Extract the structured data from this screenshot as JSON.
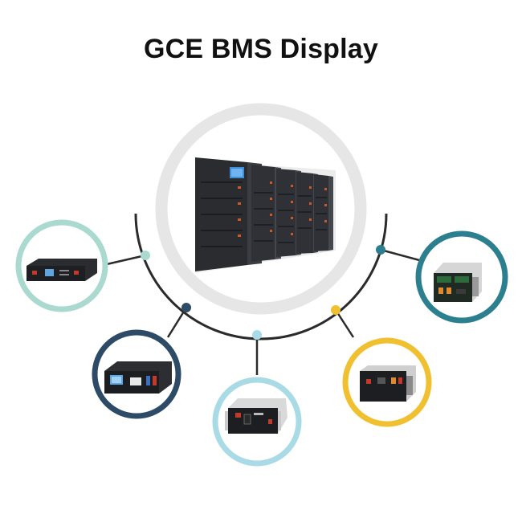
{
  "title": "GCE BMS Display",
  "colors": {
    "ring_gray": "#e6e6e6",
    "arc": "#2b2b2b",
    "mint": "#a9d9cf",
    "navy": "#2d4a66",
    "sky": "#a8dbe6",
    "gold": "#f0c030",
    "teal": "#2c7f8f"
  },
  "center_image": "battery-cabinet-array",
  "modules": [
    {
      "id": "left",
      "color": "mint",
      "device": "bms-rack-unit-display"
    },
    {
      "id": "lower-left",
      "color": "navy",
      "device": "bms-module-lcd-panel"
    },
    {
      "id": "bottom",
      "color": "sky",
      "device": "bms-module-front-panel"
    },
    {
      "id": "lower-right",
      "color": "gold",
      "device": "bms-high-voltage-box"
    },
    {
      "id": "right",
      "color": "teal",
      "device": "bms-green-panel-box"
    }
  ]
}
